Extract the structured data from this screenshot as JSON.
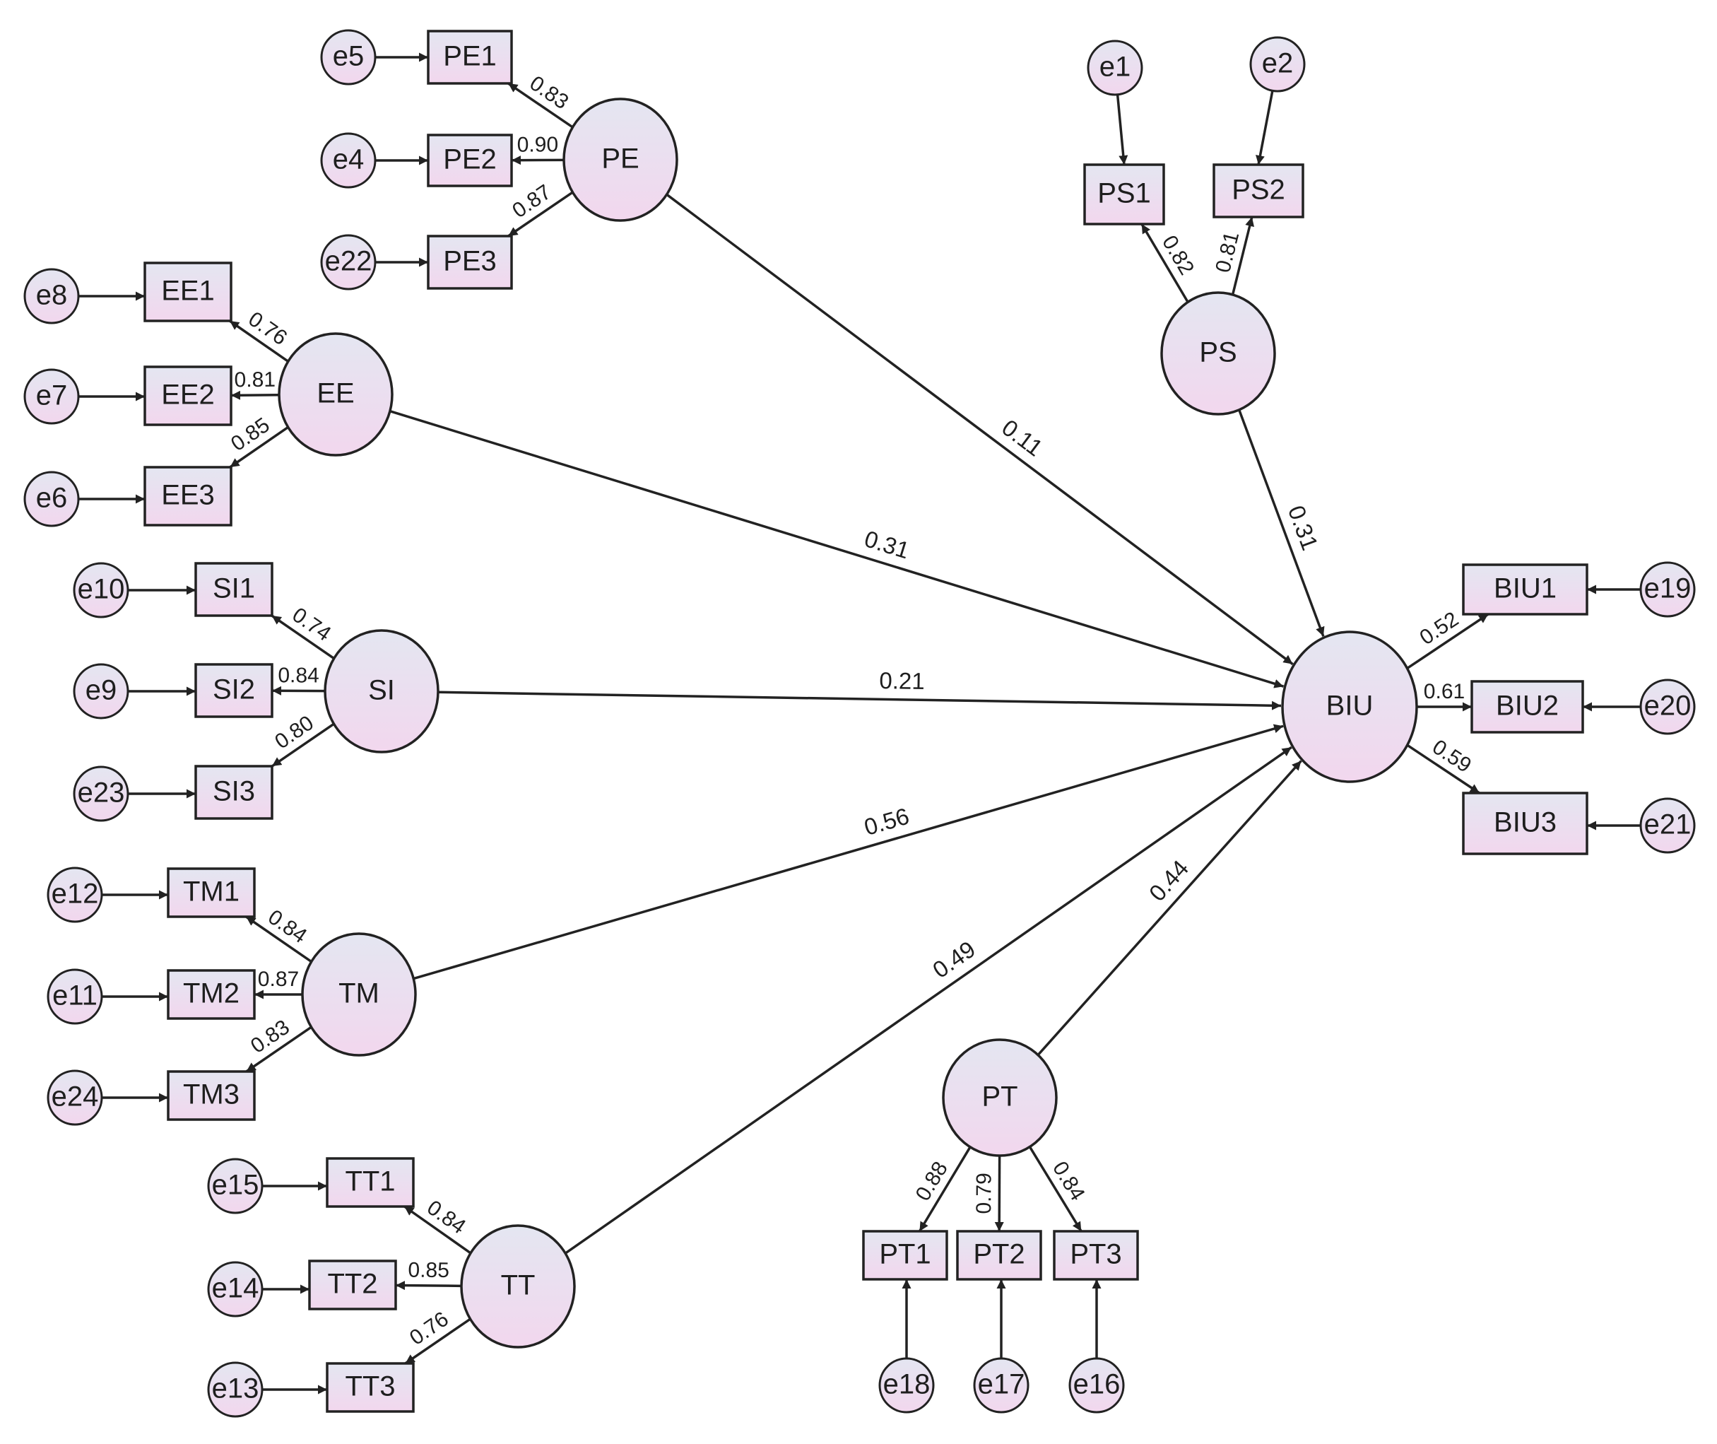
{
  "colors": {
    "node_top": "#e4e6f1",
    "node_bottom": "#f2d7ee",
    "stroke": "#222222"
  },
  "latents": [
    {
      "id": "PE",
      "label": "PE"
    },
    {
      "id": "EE",
      "label": "EE"
    },
    {
      "id": "SI",
      "label": "SI"
    },
    {
      "id": "TM",
      "label": "TM"
    },
    {
      "id": "TT",
      "label": "TT"
    },
    {
      "id": "PS",
      "label": "PS"
    },
    {
      "id": "PT",
      "label": "PT"
    },
    {
      "id": "BIU",
      "label": "BIU"
    }
  ],
  "indicators": [
    {
      "id": "PE1",
      "label": "PE1",
      "factor": "PE",
      "loading": "0.83",
      "error": "e5"
    },
    {
      "id": "PE2",
      "label": "PE2",
      "factor": "PE",
      "loading": "0.90",
      "error": "e4"
    },
    {
      "id": "PE3",
      "label": "PE3",
      "factor": "PE",
      "loading": "0.87",
      "error": "e22"
    },
    {
      "id": "EE1",
      "label": "EE1",
      "factor": "EE",
      "loading": "0.76",
      "error": "e8"
    },
    {
      "id": "EE2",
      "label": "EE2",
      "factor": "EE",
      "loading": "0.81",
      "error": "e7"
    },
    {
      "id": "EE3",
      "label": "EE3",
      "factor": "EE",
      "loading": "0.85",
      "error": "e6"
    },
    {
      "id": "SI1",
      "label": "SI1",
      "factor": "SI",
      "loading": "0.74",
      "error": "e10"
    },
    {
      "id": "SI2",
      "label": "SI2",
      "factor": "SI",
      "loading": "0.84",
      "error": "e9"
    },
    {
      "id": "SI3",
      "label": "SI3",
      "factor": "SI",
      "loading": "0.80",
      "error": "e23"
    },
    {
      "id": "TM1",
      "label": "TM1",
      "factor": "TM",
      "loading": "0.84",
      "error": "e12"
    },
    {
      "id": "TM2",
      "label": "TM2",
      "factor": "TM",
      "loading": "0.87",
      "error": "e11"
    },
    {
      "id": "TM3",
      "label": "TM3",
      "factor": "TM",
      "loading": "0.83",
      "error": "e24"
    },
    {
      "id": "TT1",
      "label": "TT1",
      "factor": "TT",
      "loading": "0.84",
      "error": "e15"
    },
    {
      "id": "TT2",
      "label": "TT2",
      "factor": "TT",
      "loading": "0.85",
      "error": "e14"
    },
    {
      "id": "TT3",
      "label": "TT3",
      "factor": "TT",
      "loading": "0.76",
      "error": "e13"
    },
    {
      "id": "PS1",
      "label": "PS1",
      "factor": "PS",
      "loading": "0.82",
      "error": "e1"
    },
    {
      "id": "PS2",
      "label": "PS2",
      "factor": "PS",
      "loading": "0.81",
      "error": "e2"
    },
    {
      "id": "PT1",
      "label": "PT1",
      "factor": "PT",
      "loading": "0.88",
      "error": "e18"
    },
    {
      "id": "PT2",
      "label": "PT2",
      "factor": "PT",
      "loading": "0.79",
      "error": "e17"
    },
    {
      "id": "PT3",
      "label": "PT3",
      "factor": "PT",
      "loading": "0.84",
      "error": "e16"
    },
    {
      "id": "BIU1",
      "label": "BIU1",
      "factor": "BIU",
      "loading": "0.52",
      "error": "e19"
    },
    {
      "id": "BIU2",
      "label": "BIU2",
      "factor": "BIU",
      "loading": "0.61",
      "error": "e20"
    },
    {
      "id": "BIU3",
      "label": "BIU3",
      "factor": "BIU",
      "loading": "0.59",
      "error": "e21"
    }
  ],
  "paths": [
    {
      "from": "PE",
      "to": "BIU",
      "coef": "0.11"
    },
    {
      "from": "EE",
      "to": "BIU",
      "coef": "0.31"
    },
    {
      "from": "SI",
      "to": "BIU",
      "coef": "0.21"
    },
    {
      "from": "TM",
      "to": "BIU",
      "coef": "0.56"
    },
    {
      "from": "TT",
      "to": "BIU",
      "coef": "0.49"
    },
    {
      "from": "PS",
      "to": "BIU",
      "coef": "0.31"
    },
    {
      "from": "PT",
      "to": "BIU",
      "coef": "0.44"
    }
  ]
}
